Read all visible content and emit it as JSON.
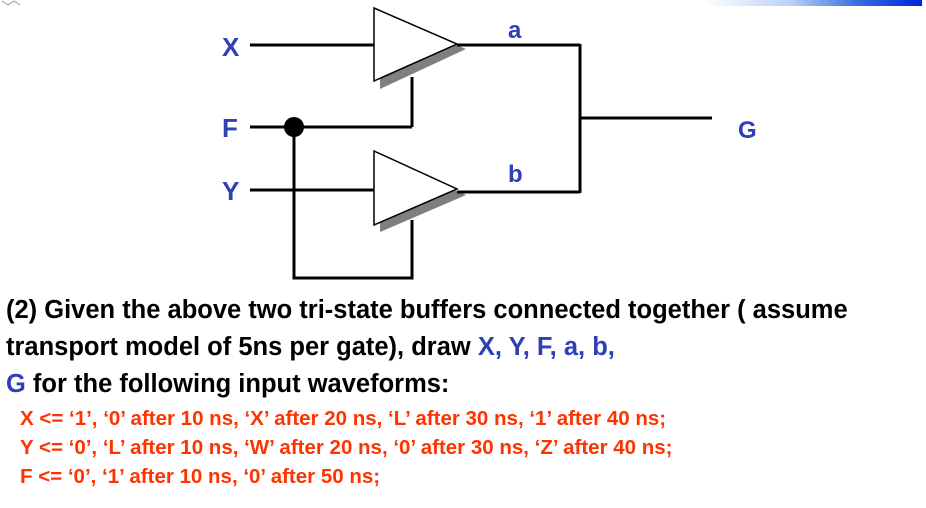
{
  "circuit": {
    "inputs": {
      "x": "X",
      "f": "F",
      "y": "Y"
    },
    "internal": {
      "a": "a",
      "b": "b"
    },
    "output": {
      "g": "G"
    },
    "colors": {
      "signal_label": "#2f3fb5",
      "wire": "#000000",
      "gate_shadow": "#7f7f7f"
    }
  },
  "question": {
    "text_before": "(2) Given the above two tri-state buffers connected together ( assume transport model of 5ns per gate), draw ",
    "signals": [
      "X",
      ", ",
      "Y",
      ", ",
      "F",
      ", ",
      "a",
      ", ",
      "b",
      ",",
      "G"
    ],
    "text_after": " for the  following input waveforms:"
  },
  "stimuli": {
    "x_line": "X <= ‘1’, ‘0’ after 10 ns, ‘X’ after 20 ns, ‘L’ after 30 ns, ‘1’ after 40 ns;",
    "y_line": "Y <= ‘0’, ‘L’  after  10 ns, ‘W’ after 20 ns, ‘0’ after 30 ns, ‘Z’ after 40 ns;",
    "f_line": "F <= ‘0’, ‘1’ after 10 ns, ‘0’ after 50 ns;",
    "color": "#ff3300"
  }
}
